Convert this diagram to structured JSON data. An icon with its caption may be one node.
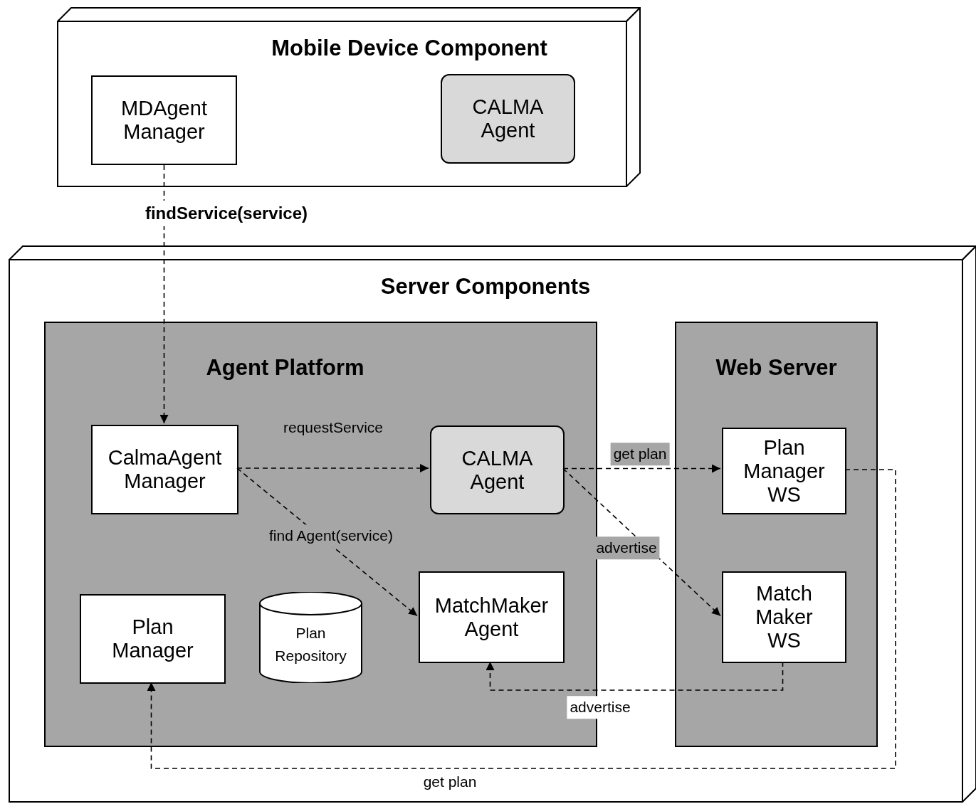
{
  "diagram": {
    "nodes": [
      {
        "text": [
          "Mobile Device Component"
        ]
      },
      {
        "text": [
          "MDAgent Manager"
        ],
        "in": 0
      },
      {
        "text": [
          "CALMA Agent"
        ],
        "in": 0
      },
      {
        "text": [
          "Server Components"
        ]
      },
      {
        "text": [
          "Agent Platform"
        ],
        "in": 3
      },
      {
        "text": [
          "CalmaAgent Manager"
        ],
        "in": 4
      },
      {
        "text": [
          "CALMA Agent"
        ],
        "in": 4
      },
      {
        "text": [
          "Plan Manager"
        ],
        "in": 4
      },
      {
        "text": [
          "Plan Repository"
        ],
        "in": 4
      },
      {
        "text": [
          "MatchMaker Agent"
        ],
        "in": 4
      },
      {
        "text": [
          "Web Server"
        ],
        "in": 3
      },
      {
        "text": [
          "Plan Manager WS"
        ],
        "in": 10
      },
      {
        "text": [
          "Match Maker WS"
        ],
        "in": 10
      }
    ],
    "edges": [
      {
        "from": 1,
        "to": 5,
        "arrow": "to",
        "label": "findService(service)",
        "style": "dashed"
      },
      {
        "from": 5,
        "to": 6,
        "arrow": "to",
        "label": "requestService",
        "style": "dashed"
      },
      {
        "from": 5,
        "to": 9,
        "arrow": "to",
        "label": "find Agent(service)",
        "style": "dashed"
      },
      {
        "from": 6,
        "to": 11,
        "arrow": "to",
        "label": "get plan",
        "style": "dashed"
      },
      {
        "from": 6,
        "to": 12,
        "arrow": "to",
        "label": "advertise",
        "style": "dashed"
      },
      {
        "from": 11,
        "to": 7,
        "arrow": "to",
        "label": "get plan",
        "style": "dashed"
      },
      {
        "from": 12,
        "to": 9,
        "arrow": "to",
        "label": "advertise",
        "style": "dashed"
      }
    ]
  }
}
